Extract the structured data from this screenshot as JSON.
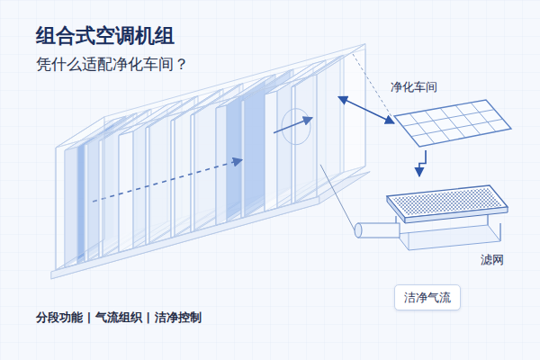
{
  "diagram": {
    "title": "组合式空调机组",
    "nodes": [
      {
        "text": [
          "净化车间"
        ]
      },
      {
        "text": [
          "滤网"
        ]
      },
      {
        "text": [
          "洁净气流"
        ]
      }
    ],
    "edges": [
      {
        "from": 0,
        "to": 1,
        "arrow": "to"
      }
    ],
    "labels": [
      "凭什么适配净化车间？",
      "分段功能 | 气流组织 | 洁净控制"
    ]
  }
}
